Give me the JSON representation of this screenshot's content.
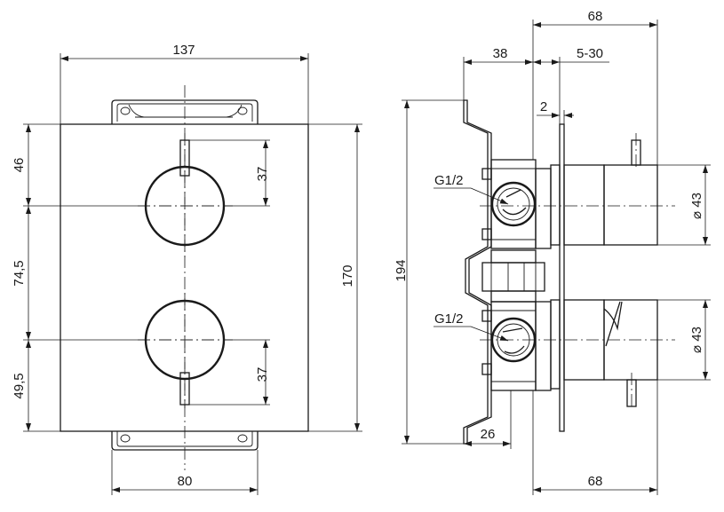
{
  "front_view": {
    "width_overall": "137",
    "height_overall": "170",
    "top_offset": "46",
    "center_spacing": "74,5",
    "bottom_offset": "49,5",
    "handle_length_upper": "37",
    "handle_length_lower": "37",
    "bracket_width": "80"
  },
  "side_view": {
    "total_depth_top": "68",
    "body_depth": "38",
    "adjust_range": "5-30",
    "plate_thickness": "2",
    "height_overall": "194",
    "connection_upper": "G1/2",
    "connection_lower": "G1/2",
    "knob_diameter_upper": "⌀ 43",
    "knob_diameter_lower": "⌀ 43",
    "bracket_depth": "26",
    "total_depth_bottom": "68"
  }
}
